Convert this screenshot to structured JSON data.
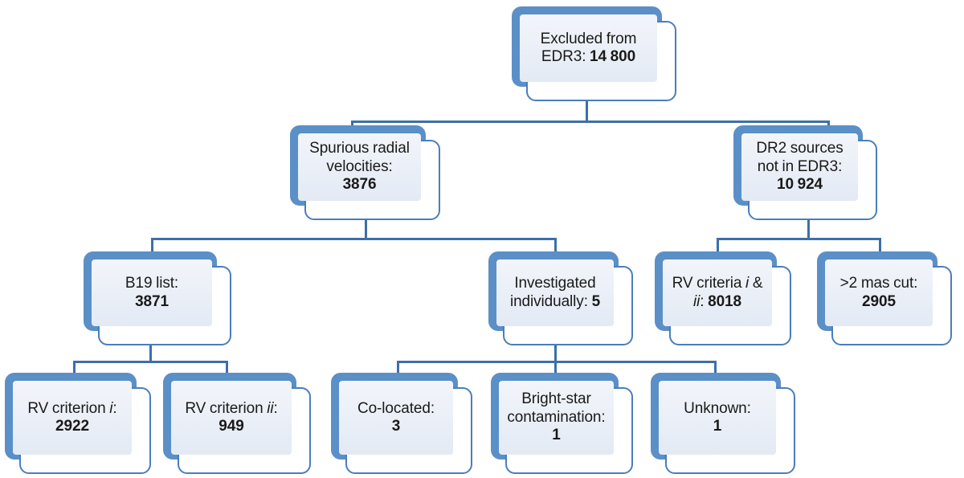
{
  "diagram": {
    "title": "Excluded-source breakdown flowchart",
    "accent_border": "#4A7EBB",
    "accent_shadow": "#5B8FC7",
    "connector_color": "#3E6FA8",
    "panel_fill": "#EDF1F8"
  },
  "nodes": {
    "root": {
      "id": "excluded-from-edr3",
      "line1": "Excluded from",
      "line2_text": "EDR3: ",
      "value": "14 800"
    },
    "spurious_rv": {
      "id": "spurious-radial-velocities",
      "line1": "Spurious radial",
      "line2": "velocities:",
      "value": "3876"
    },
    "dr2_not_edr3": {
      "id": "dr2-sources-not-in-edr3",
      "line1": "DR2 sources",
      "line2": "not in EDR3:",
      "value": "10 924"
    },
    "b19_list": {
      "id": "b19-list",
      "line1": "B19 list:",
      "value": "3871"
    },
    "investigated": {
      "id": "investigated-individually",
      "line1": "Investigated",
      "line2_text": "individually: ",
      "value": "5"
    },
    "rv_criteria_i_ii": {
      "id": "rv-criteria-i-and-ii",
      "prefix": "RV criteria ",
      "italic1": "i",
      "amp": " &",
      "italic2": "ii",
      "colon": ": ",
      "value": "8018"
    },
    "mas_cut": {
      "id": "two-mas-cut",
      "line1": ">2 mas cut:",
      "value": "2905"
    },
    "rv_criterion_i": {
      "id": "rv-criterion-i",
      "prefix": "RV criterion ",
      "italic": "i",
      "colon": ":",
      "value": "2922"
    },
    "rv_criterion_ii": {
      "id": "rv-criterion-ii",
      "prefix": "RV criterion ",
      "italic": "ii",
      "colon": ":",
      "value": "949"
    },
    "co_located": {
      "id": "co-located",
      "line1": "Co-located:",
      "value": "3"
    },
    "bright_star": {
      "id": "bright-star-contamination",
      "line1": "Bright-star",
      "line2": "contamination:",
      "value": "1"
    },
    "unknown": {
      "id": "unknown",
      "line1": "Unknown:",
      "value": "1"
    }
  }
}
